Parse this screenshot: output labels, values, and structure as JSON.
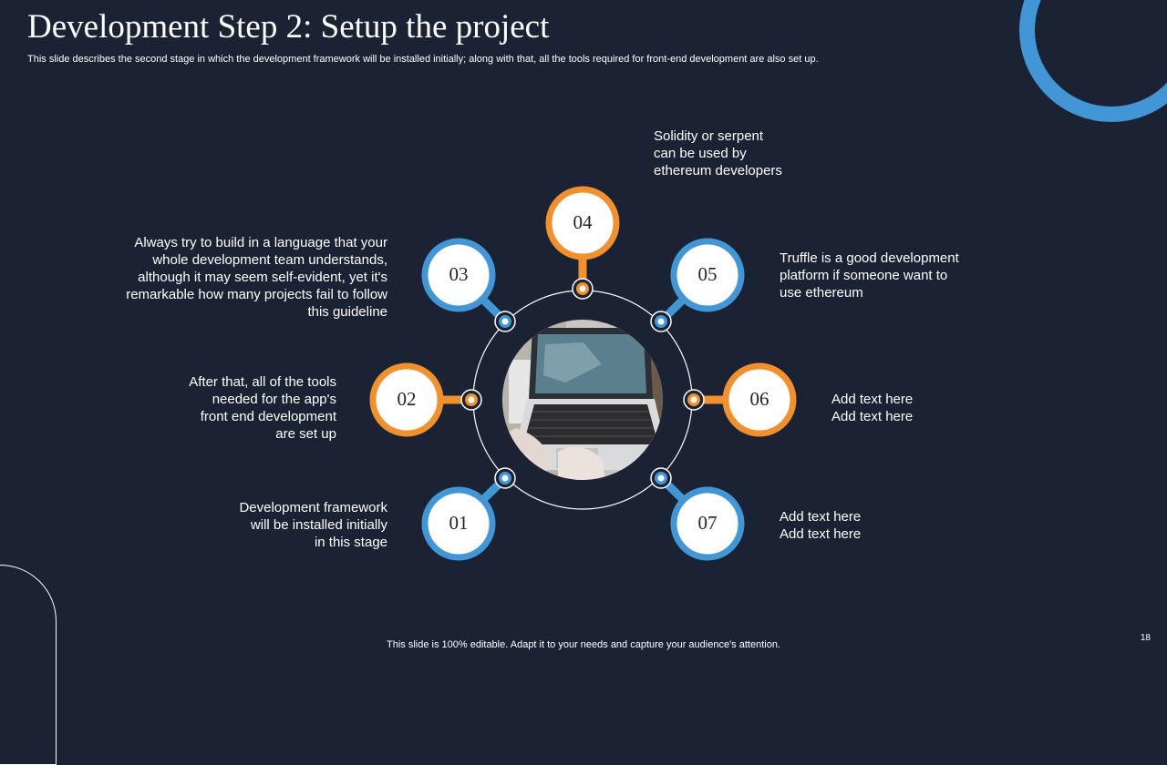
{
  "slide": {
    "title": "Development Step 2: Setup the project",
    "subtitle": "This slide describes the second stage in which the development framework will be installed initially; along with that, all the tools required for front-end development are also set up.",
    "footer": "This slide is 100% editable. Adapt it to your needs and capture your audience's attention.",
    "page_number": "18"
  },
  "colors": {
    "background": "#1b2233",
    "blue": "#4396d6",
    "orange": "#f0902e",
    "node_fill": "#ffffff"
  },
  "center_image": "laptop-photo",
  "steps": [
    {
      "number": "01",
      "color": "blue",
      "lines": [
        "Development framework",
        "will be installed initially",
        "in this stage"
      ]
    },
    {
      "number": "02",
      "color": "orange",
      "lines": [
        "After that, all of the tools",
        "needed for the app's",
        "front end development",
        "are set up"
      ]
    },
    {
      "number": "03",
      "color": "blue",
      "lines": [
        "Always try to build in a language that your",
        "whole development team understands,",
        "although it may seem self-evident, yet it's",
        "remarkable how many projects fail to follow",
        "this guideline"
      ]
    },
    {
      "number": "04",
      "color": "orange",
      "lines": [
        "Solidity or serpent",
        "can be used by",
        "ethereum developers"
      ]
    },
    {
      "number": "05",
      "color": "blue",
      "lines": [
        "Truffle is a good development",
        "platform if someone want to",
        "use ethereum"
      ]
    },
    {
      "number": "06",
      "color": "orange",
      "lines": [
        "Add text here",
        "Add text here"
      ]
    },
    {
      "number": "07",
      "color": "blue",
      "lines": [
        "Add text here",
        "Add text here"
      ]
    }
  ]
}
